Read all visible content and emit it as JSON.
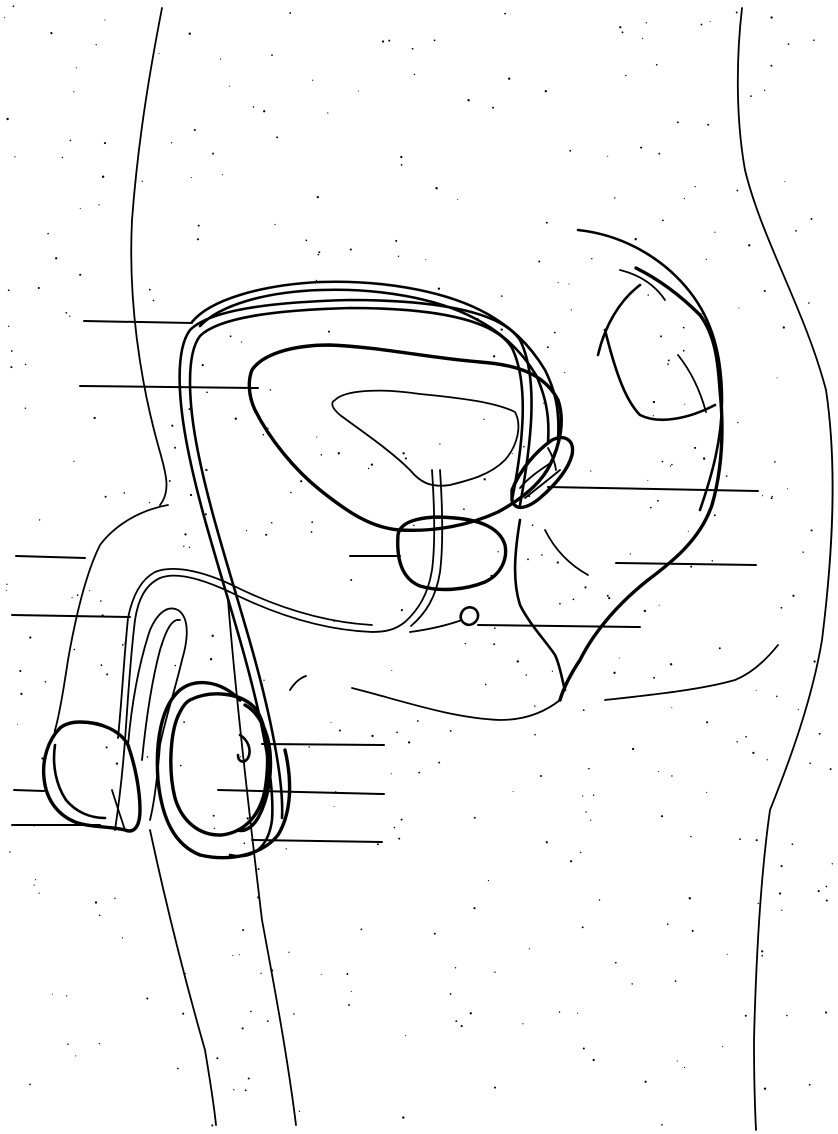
{
  "diagram": {
    "kind": "unlabeled anatomical line drawing",
    "colors": {
      "line": "#000000",
      "background": "#ffffff"
    },
    "label_leaders": {
      "left": [
        "leader-1",
        "leader-2",
        "leader-3",
        "leader-4",
        "leader-5",
        "leader-6"
      ],
      "right": [
        "leader-7",
        "leader-8",
        "leader-9",
        "leader-10",
        "leader-11",
        "leader-12",
        "leader-13"
      ]
    }
  }
}
